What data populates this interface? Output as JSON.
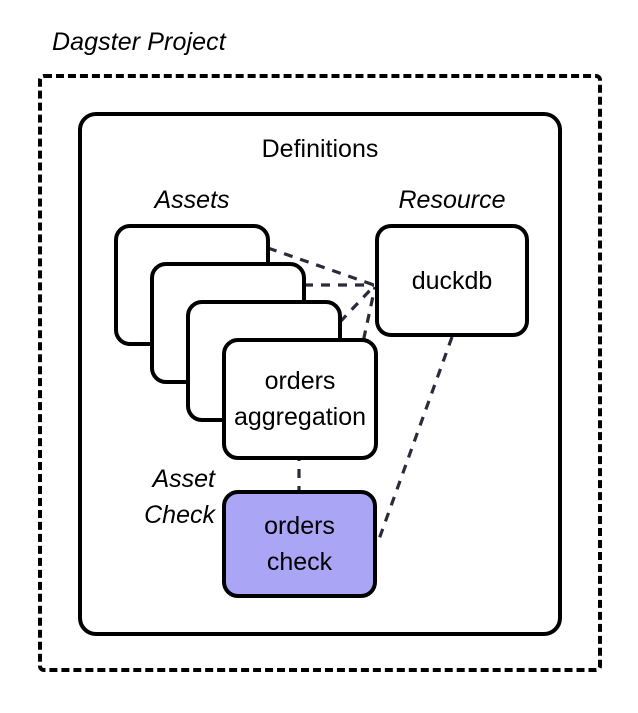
{
  "diagram": {
    "title": "Dagster Project",
    "container": {
      "label": "Definitions"
    },
    "sections": [
      {
        "id": "assets",
        "label": "Assets"
      },
      {
        "id": "resource",
        "label": "Resource"
      },
      {
        "id": "asset_check",
        "label_line1": "Asset",
        "label_line2": "Check"
      }
    ],
    "nodes": [
      {
        "id": "asset-1",
        "kind": "asset",
        "label": ""
      },
      {
        "id": "asset-2",
        "kind": "asset",
        "label": ""
      },
      {
        "id": "asset-3",
        "kind": "asset",
        "label": ""
      },
      {
        "id": "asset-4",
        "kind": "asset",
        "label_line1": "orders",
        "label_line2": "aggregation"
      },
      {
        "id": "duckdb",
        "kind": "resource",
        "label": "duckdb"
      },
      {
        "id": "orders-check",
        "kind": "asset_check",
        "label_line1": "orders",
        "label_line2": "check"
      }
    ],
    "edges": [
      {
        "from": "asset-1",
        "to": "duckdb",
        "style": "dashed"
      },
      {
        "from": "asset-2",
        "to": "duckdb",
        "style": "dashed"
      },
      {
        "from": "asset-3",
        "to": "duckdb",
        "style": "dashed"
      },
      {
        "from": "asset-4",
        "to": "duckdb",
        "style": "dashed"
      },
      {
        "from": "asset-4",
        "to": "orders-check",
        "style": "dashed"
      },
      {
        "from": "duckdb",
        "to": "orders-check",
        "style": "dashed"
      }
    ],
    "colors": {
      "stroke": "#000000",
      "background": "#FFFFFF",
      "asset_check_fill": "#ABA5F5",
      "edge": "#2B2B3B"
    }
  }
}
